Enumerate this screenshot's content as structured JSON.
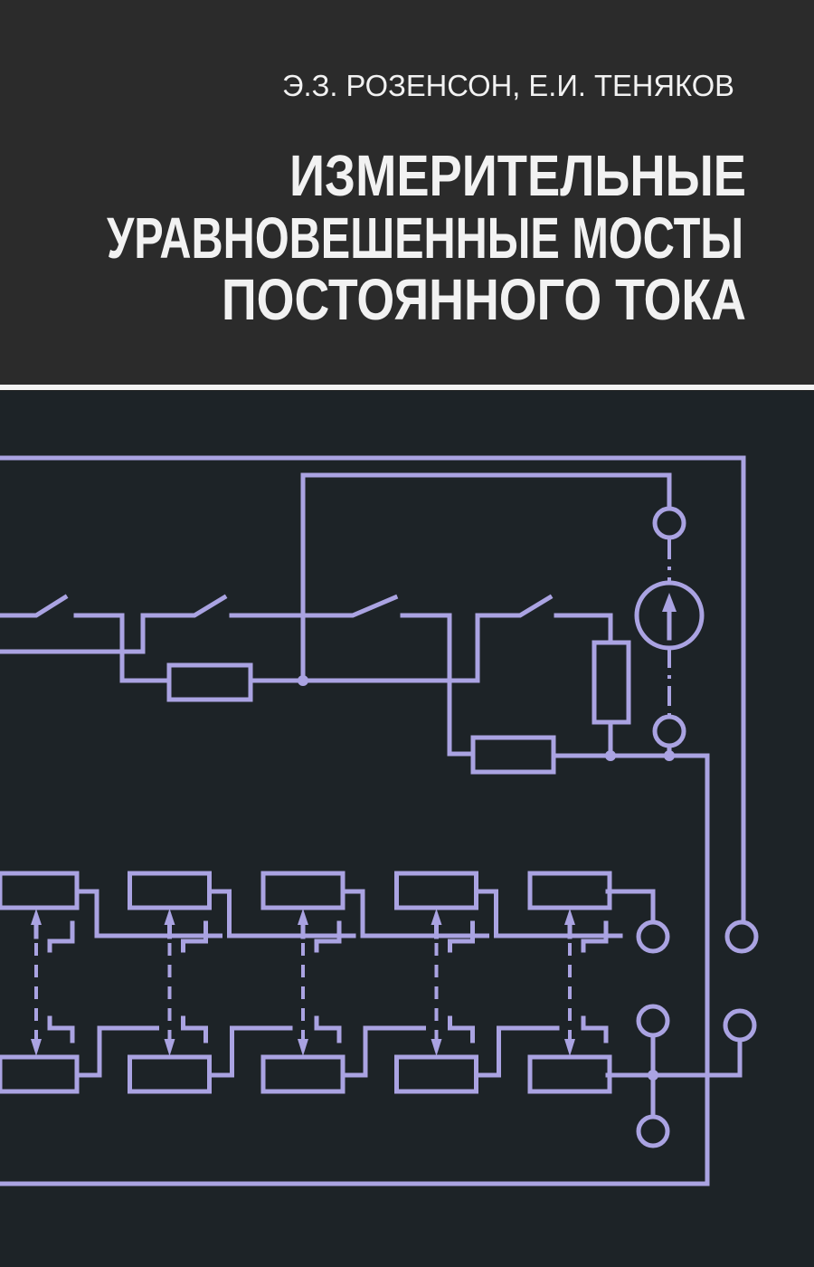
{
  "cover": {
    "authors": "Э.З. РОЗЕНСОН, Е.И. ТЕНЯКОВ",
    "title_lines": [
      "ИЗМЕРИТЕЛЬНЫЕ",
      "УРАВНОВЕШЕННЫЕ МОСТЫ",
      "ПОСТОЯННОГО ТОКА"
    ],
    "colors": {
      "top_background": "#2b2b2b",
      "bottom_background": "#1d2327",
      "circuit": "#aaa3e2",
      "text": "#f2f2f2",
      "divider": "#f4f4f4"
    },
    "illustration_icon": "bridge-circuit-diagram-icon"
  }
}
